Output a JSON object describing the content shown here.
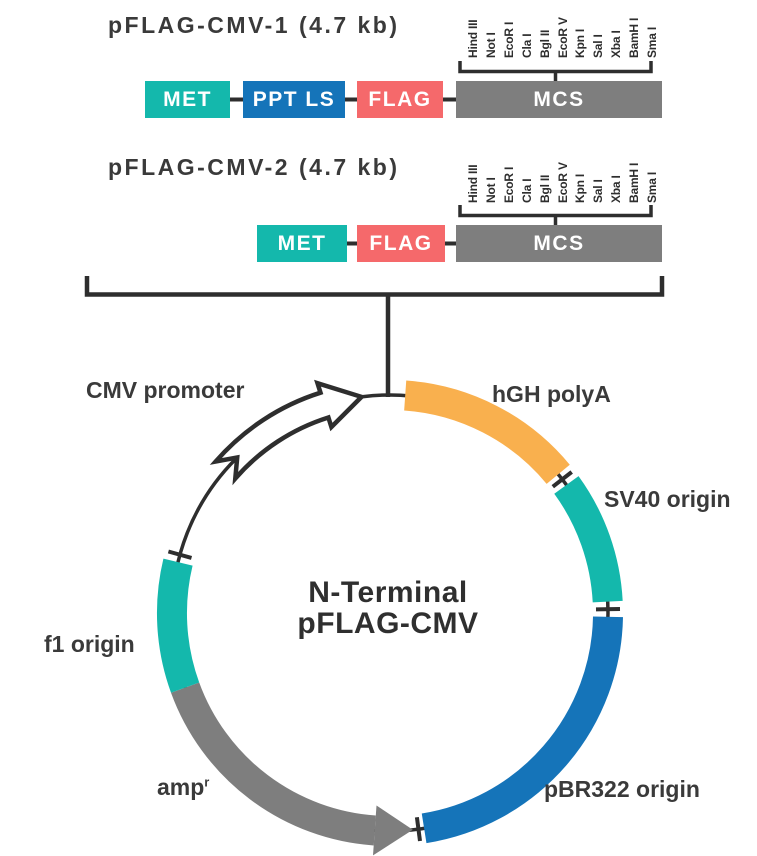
{
  "colors": {
    "teal": "#14B8AC",
    "blue": "#1574B9",
    "salmon": "#F5696B",
    "orange": "#F9B04E",
    "gray": "#7E7E7E",
    "line": "#2E2E2E",
    "text": "#3A3A3A",
    "white": "#FFFFFF"
  },
  "construct1": {
    "title": "pFLAG-CMV-1 (4.7 kb)",
    "boxes": [
      {
        "label": "MET",
        "color": "teal"
      },
      {
        "label": "PPT LS",
        "color": "blue"
      },
      {
        "label": "FLAG",
        "color": "salmon"
      },
      {
        "label": "MCS",
        "color": "gray"
      }
    ],
    "restriction_sites": [
      "Hind III",
      "Not I",
      "EcoR I",
      "Cla I",
      "Bgl II",
      "EcoR V",
      "Kpn I",
      "Sal I",
      "Xba I",
      "BamH I",
      "Sma I"
    ]
  },
  "construct2": {
    "title": "pFLAG-CMV-2 (4.7 kb)",
    "boxes": [
      {
        "label": "MET",
        "color": "teal"
      },
      {
        "label": "FLAG",
        "color": "salmon"
      },
      {
        "label": "MCS",
        "color": "gray"
      }
    ],
    "restriction_sites": [
      "Hind III",
      "Not I",
      "EcoR I",
      "Cla I",
      "Bgl II",
      "EcoR V",
      "Kpn I",
      "Sal I",
      "Xba I",
      "BamH I",
      "Sma I"
    ]
  },
  "plasmid": {
    "center_label_line1": "N-Terminal",
    "center_label_line2": "pFLAG-CMV",
    "segments": [
      {
        "label": "CMV promoter",
        "type": "block-arrow",
        "color": "white",
        "start_deg": 311,
        "end_deg": 352.5
      },
      {
        "label": "hGH polyA",
        "type": "arc",
        "color": "orange",
        "start_deg": 4,
        "end_deg": 50.5
      },
      {
        "label": "SV40 origin",
        "type": "arc",
        "color": "teal",
        "start_deg": 54,
        "end_deg": 87
      },
      {
        "label": "pBR322 origin",
        "type": "arc",
        "color": "blue",
        "start_deg": 91,
        "end_deg": 171
      },
      {
        "label": "amp",
        "label_sup": "r",
        "type": "arc-arrow",
        "color": "gray",
        "start_deg": 184,
        "end_deg": 250,
        "tip_deg": 174
      },
      {
        "label": "f1 origin",
        "type": "arc",
        "color": "teal",
        "start_deg": 250,
        "end_deg": 283.5
      }
    ],
    "tick_marks_deg": [
      52.2,
      89,
      172.5,
      285.5
    ]
  }
}
